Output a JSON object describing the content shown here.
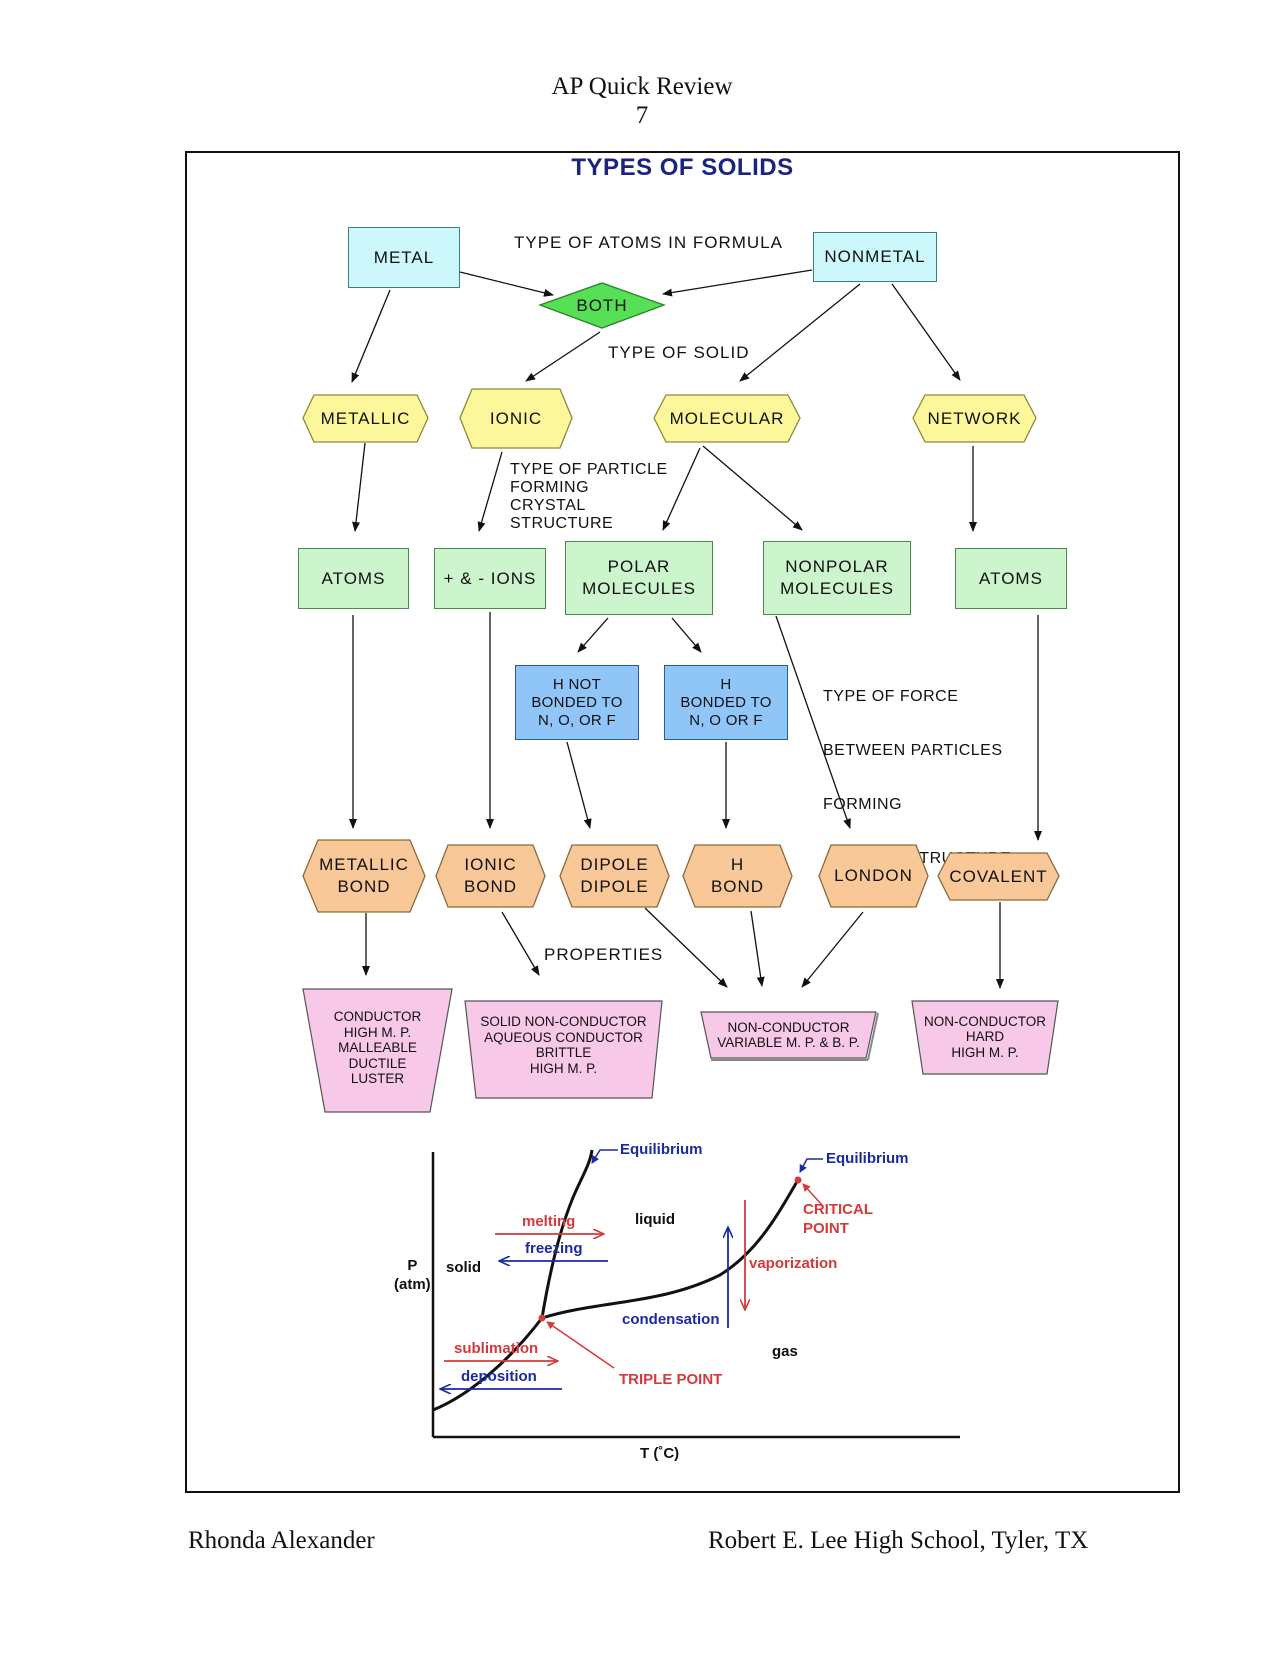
{
  "header": {
    "title": "AP Quick Review",
    "page": "7"
  },
  "footer": {
    "author": "Rhonda Alexander",
    "school": "Robert E. Lee High School, Tyler, TX"
  },
  "diagram": {
    "title": "TYPES OF SOLIDS",
    "level_labels": {
      "atoms_in_formula": "TYPE OF ATOMS IN FORMULA",
      "type_of_solid": "TYPE OF SOLID",
      "particle": [
        "TYPE OF PARTICLE",
        "FORMING",
        "CRYSTAL",
        "STRUCTURE"
      ],
      "force": [
        "TYPE OF FORCE",
        "BETWEEN PARTICLES",
        "FORMING",
        " CRYSTAL STRUCTURE"
      ],
      "properties": "PROPERTIES"
    },
    "atom_types": {
      "metal": "METAL",
      "both": "BOTH",
      "nonmetal": "NONMETAL"
    },
    "solids": {
      "metallic": "METALLIC",
      "ionic": "IONIC",
      "molecular": "MOLECULAR",
      "network": "NETWORK"
    },
    "particles": {
      "atoms_left": "ATOMS",
      "ions": "+ & - IONS",
      "polar": [
        "POLAR",
        "MOLECULES"
      ],
      "nonpolar": [
        "NONPOLAR",
        "MOLECULES"
      ],
      "atoms_right": "ATOMS"
    },
    "polar_sub": {
      "h_not": [
        "H NOT",
        "BONDED TO",
        "N, O, OR F"
      ],
      "h_bonded": [
        "H",
        "BONDED TO",
        "N, O OR F"
      ]
    },
    "forces": {
      "metallic_bond": [
        "METALLIC",
        "BOND"
      ],
      "ionic_bond": [
        "IONIC",
        "BOND"
      ],
      "dipole": [
        "DIPOLE",
        "DIPOLE"
      ],
      "h_bond": [
        "H",
        "BOND"
      ],
      "london": "LONDON",
      "covalent": "COVALENT"
    },
    "properties": {
      "metallic": [
        "CONDUCTOR",
        "HIGH M. P.",
        "MALLEABLE",
        "DUCTILE",
        "LUSTER"
      ],
      "ionic": [
        "SOLID NON-CONDUCTOR",
        "AQUEOUS CONDUCTOR",
        "BRITTLE",
        "HIGH M. P."
      ],
      "molecular": [
        "NON-CONDUCTOR",
        "VARIABLE M. P. & B. P."
      ],
      "network": [
        "NON-CONDUCTOR",
        "HARD",
        "HIGH M. P."
      ]
    },
    "colors": {
      "atom_box": "#ccf7fb",
      "both": "#55e055",
      "solid_hex": "#fbf79a",
      "particle_box": "#cdf5cd",
      "polar_sub": "#8fc5f7",
      "force_hex": "#f8c898",
      "property": "#f8c8e8",
      "title": "#1a237e"
    }
  },
  "phase_diagram": {
    "y_axis": [
      "P",
      "(atm)"
    ],
    "x_axis": "T (˚C)",
    "regions": {
      "solid": "solid",
      "liquid": "liquid",
      "gas": "gas"
    },
    "labels": {
      "equilibrium_left": "Equilibrium",
      "equilibrium_right": "Equilibrium",
      "critical_point": [
        "CRITICAL",
        "POINT"
      ],
      "triple_point": "TRIPLE POINT",
      "melting": "melting",
      "freezing": "freezing",
      "vaporization": "vaporization",
      "condensation": "condensation",
      "sublimation": "sublimation",
      "deposition": "deposition"
    },
    "colors": {
      "forward": "#d43a3a",
      "reverse": "#1a2aa0",
      "curve": "#111111"
    }
  }
}
